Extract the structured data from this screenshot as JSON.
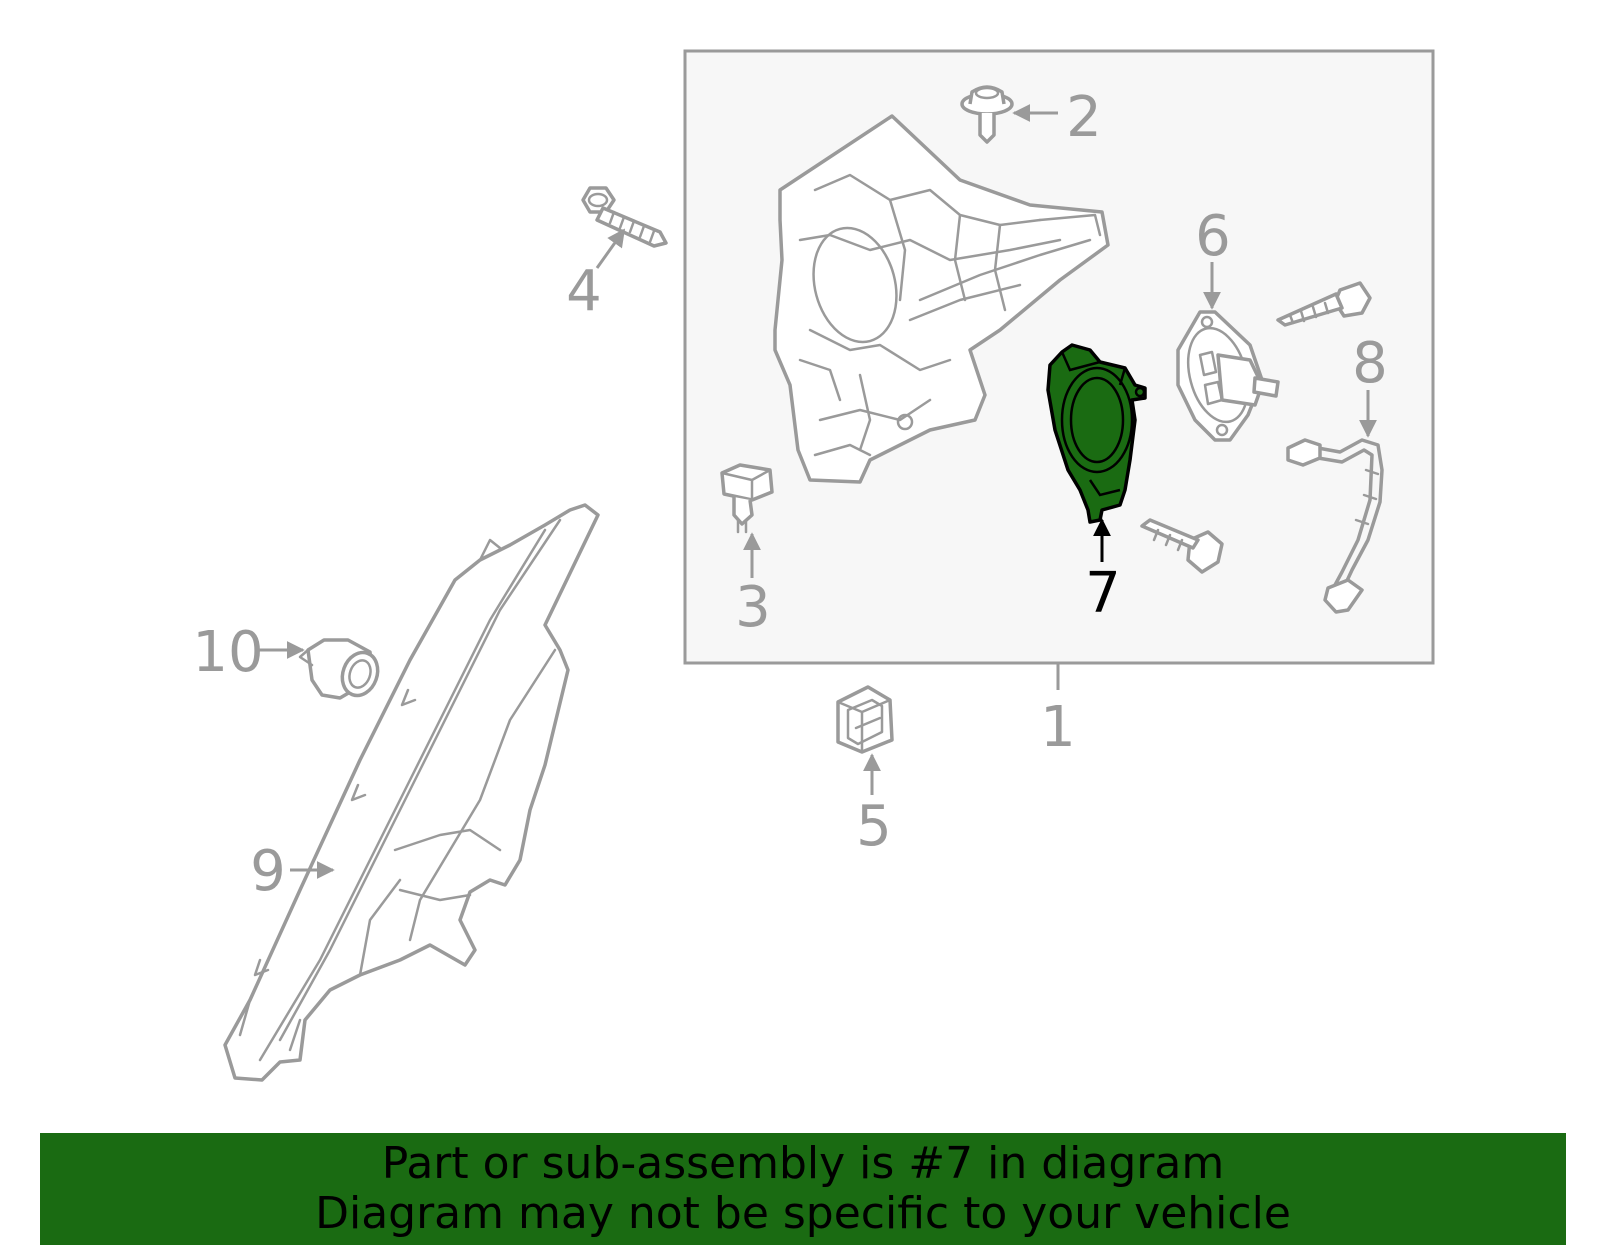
{
  "callouts": {
    "c1": "1",
    "c2": "2",
    "c3": "3",
    "c4": "4",
    "c5": "5",
    "c6": "6",
    "c7": "7",
    "c8": "8",
    "c9": "9",
    "c10": "10"
  },
  "highlighted_part": "7",
  "banner": {
    "line1": "Part or sub-assembly is #7 in diagram",
    "line2": "Diagram may not be specific to your vehicle",
    "color": "#1a6b12"
  },
  "colors": {
    "line_art": "#9a9a9a",
    "highlight_fill": "#1a6b12",
    "box_background": "#f7f7f7"
  }
}
